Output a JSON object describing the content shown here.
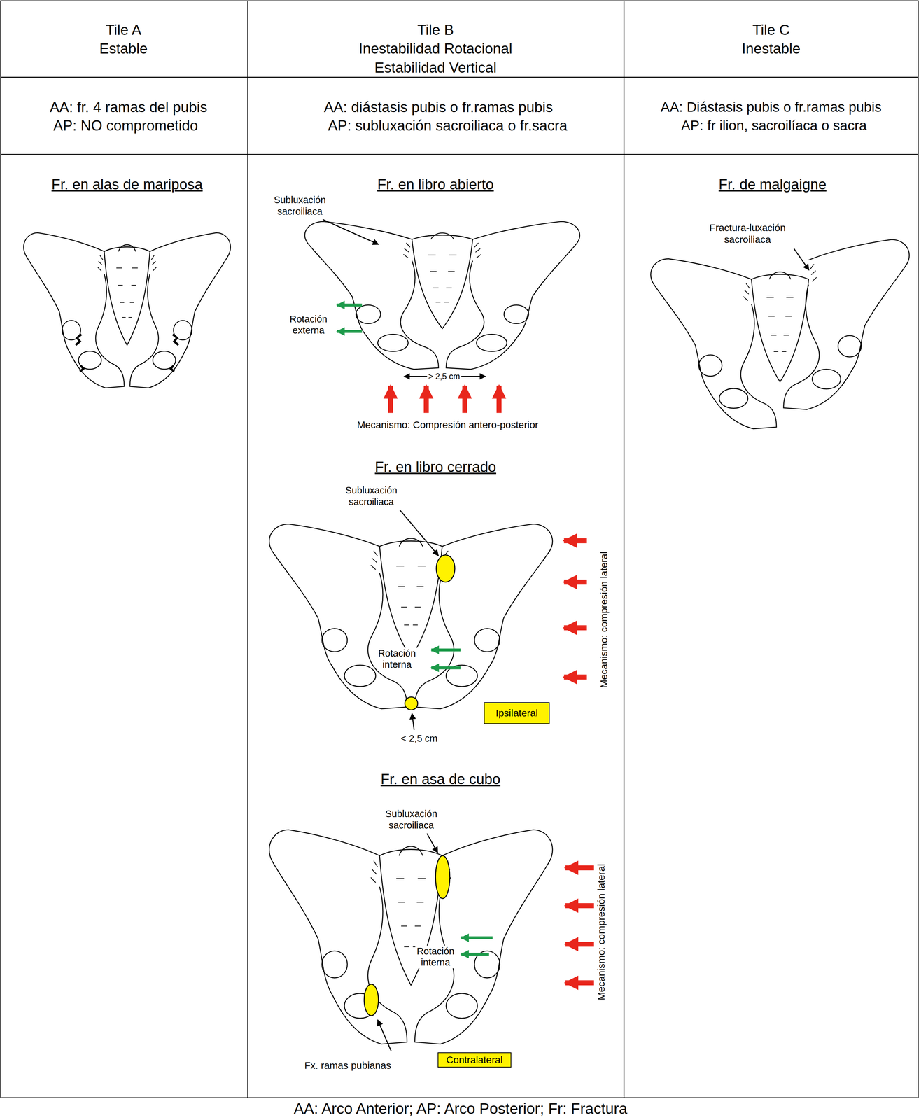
{
  "diagram": {
    "caption": "AA: Arco Anterior; AP: Arco Posterior; Fr: Fractura",
    "nodes": [
      {
        "text": [
          "Ipsilateral"
        ]
      },
      {
        "text": [
          "Contralateral"
        ]
      }
    ],
    "labels": [
      "Tile A",
      "Estable",
      "Tile B",
      "Inestabilidad Rotacional",
      "Estabilidad Vertical",
      "Tile C",
      "Inestable",
      "AA: fr. 4 ramas del pubis",
      "AP: NO comprometido",
      "AA: diástasis pubis o fr.ramas pubis",
      "AP: subluxación sacroiliaca o fr.sacra",
      "AA: Diástasis pubis o fr.ramas pubis",
      "AP: fr ilion, sacroilíaca o sacra",
      "Fr. en alas de mariposa",
      "Fr. en libro abierto",
      "Subluxación sacroiliaca",
      "Rotación externa",
      "> 2,5 cm",
      "Mecanismo: Compresión antero-posterior",
      "Fr. de malgaigne",
      "Fractura-luxación sacroiliaca",
      "Fr. en libro cerrado",
      "Subluxación sacroiliaca",
      "Rotación interna",
      "< 2,5 cm",
      "Mecanismo: compresión lateral",
      "Fr. en asa de cubo",
      "Subluxación sacroiliaca",
      "Rotación interna",
      "Fx. ramas pubianas",
      "Mecanismo: compresión lateral"
    ]
  }
}
